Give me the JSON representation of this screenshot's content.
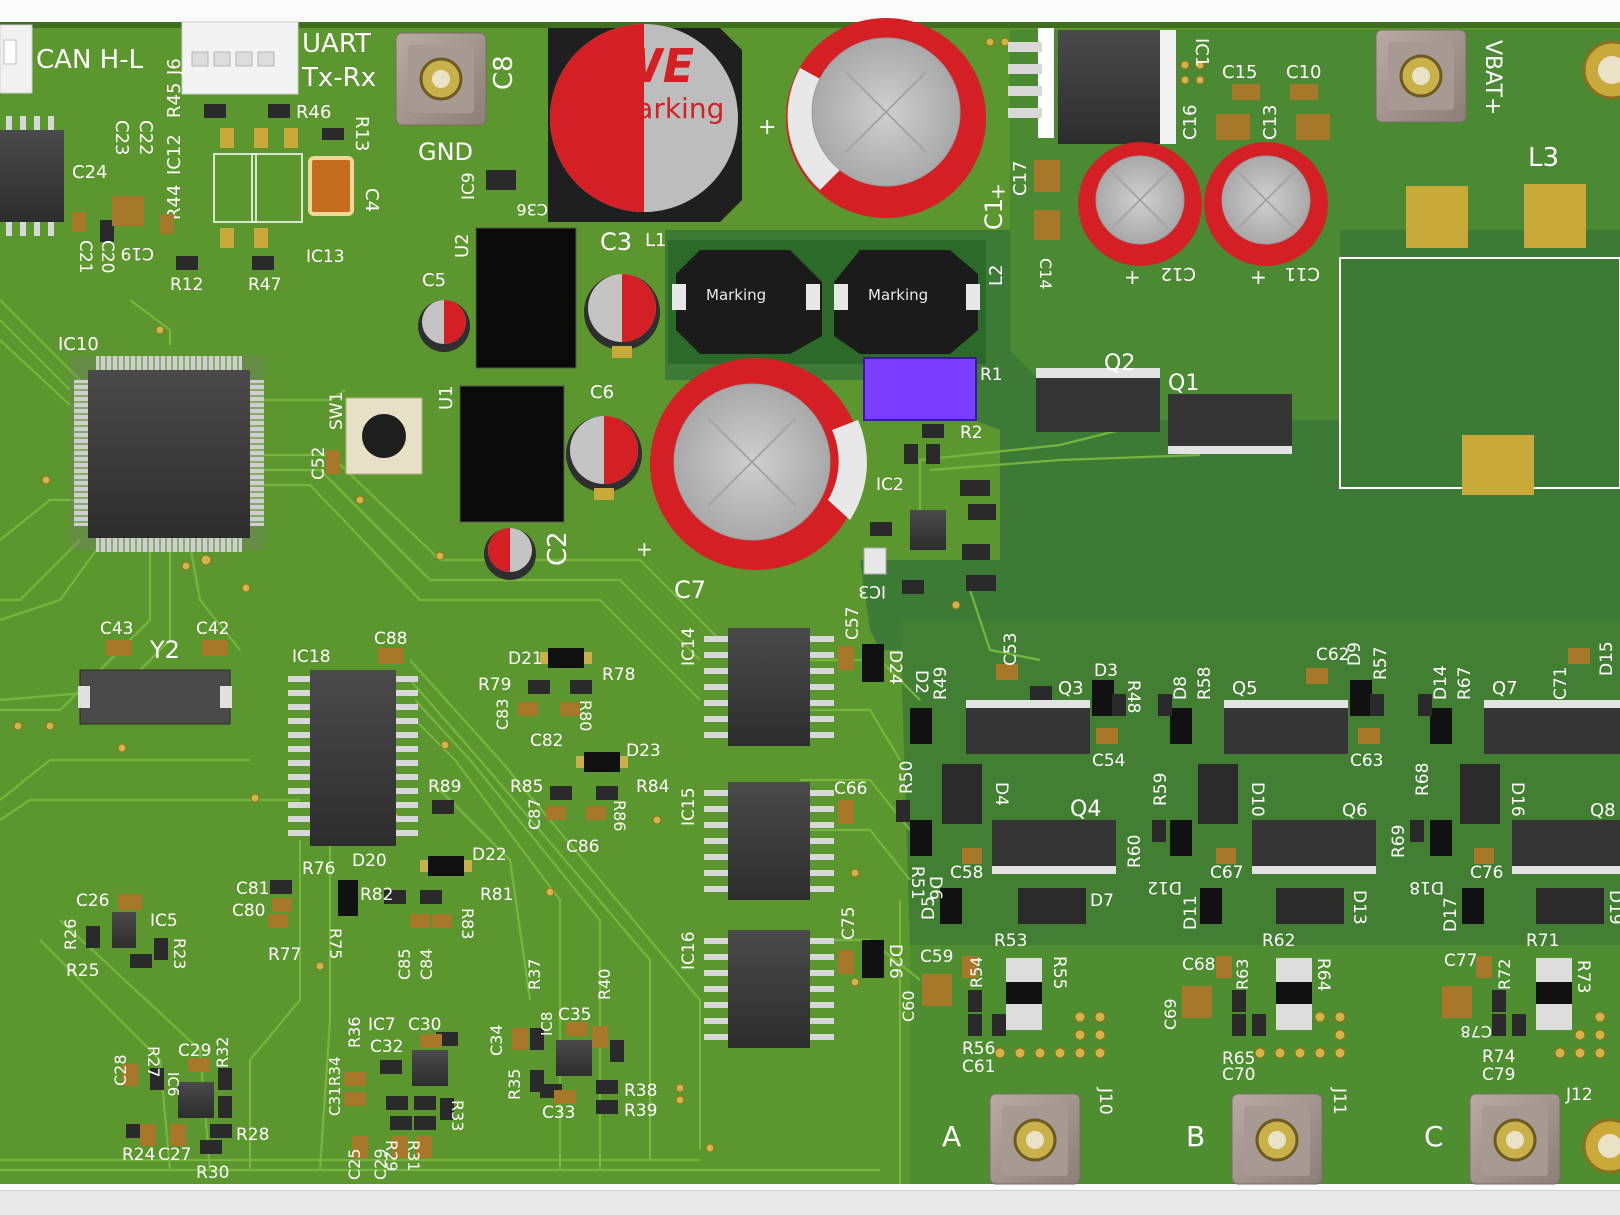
{
  "colors": {
    "board": "#5f9a2f",
    "board_dark": "#427a2a",
    "pour": "#3f7f32",
    "trace": "#72b13c",
    "silk": "#ffffff",
    "pad": "#c9a93a",
    "ic_body": "#3b3b3b",
    "cap_red": "#d42024",
    "cap_grey": "#bdbdbd",
    "resistor_violet": "#7b3dff",
    "smd_cap": "#a8782a"
  },
  "board": {
    "connectors": {
      "can": "CAN H-L",
      "uart": "UART",
      "uart_pins": "Tx-Rx",
      "gnd": "GND",
      "vbat": "VBAT+",
      "phase_a": "A",
      "phase_b": "B",
      "phase_c": "C"
    },
    "we_logo": "WE",
    "marking": "Marking",
    "plus": "+",
    "designators": {
      "J6": "J6",
      "R45": "R45",
      "R46": "R46",
      "R13": "R13",
      "C8": "C8",
      "C23": "C23",
      "C22": "C22",
      "IC12": "IC12",
      "C24": "C24",
      "R44": "R44",
      "C4": "C4",
      "IC9": "IC9",
      "C36": "C36",
      "L1": "L1",
      "IC1": "IC1",
      "C15": "C15",
      "C10": "C10",
      "C16": "C16",
      "C13": "C13",
      "L3": "L3",
      "C17": "C17",
      "C1": "C1",
      "C14": "C14",
      "C12": "C12",
      "C11": "C11",
      "C21": "C21",
      "C20": "C20",
      "C19": "C19",
      "R12": "R12",
      "R47": "R47",
      "IC13": "IC13",
      "U2": "U2",
      "C3": "C3",
      "C5": "C5",
      "L2": "L2",
      "IC10": "IC10",
      "Q2": "Q2",
      "Q1": "Q1",
      "R1": "R1",
      "R2": "R2",
      "U1": "U1",
      "C6": "C6",
      "SW1": "SW1",
      "C52": "C52",
      "IC2": "IC2",
      "C2": "C2",
      "C7": "C7",
      "IC3": "IC3",
      "C43": "C43",
      "Y2": "Y2",
      "C42": "C42",
      "IC18": "IC18",
      "C88": "C88",
      "D21": "D21",
      "R79": "R79",
      "R78": "R78",
      "C83": "C83",
      "R80": "R80",
      "C82": "C82",
      "IC14": "IC14",
      "C57": "C57",
      "D24": "D24",
      "C53": "C53",
      "D3": "D3",
      "C62": "C62",
      "D9": "D9",
      "R57": "R57",
      "D2": "D2",
      "R49": "R49",
      "Q3": "Q3",
      "R48": "R48",
      "D8": "D8",
      "R58": "R58",
      "Q5": "Q5",
      "D14": "D14",
      "R67": "R67",
      "Q7": "Q7",
      "C71": "C71",
      "D15": "D15",
      "C54": "C54",
      "C63": "C63",
      "D23": "D23",
      "R85": "R85",
      "R84": "R84",
      "C87": "C87",
      "R86": "R86",
      "C86": "C86",
      "R89": "R89",
      "IC15": "IC15",
      "C66": "C66",
      "R50": "R50",
      "D4": "D4",
      "Q4": "Q4",
      "R59": "R59",
      "D10": "D10",
      "Q6": "Q6",
      "R68": "R68",
      "D16": "D16",
      "Q8": "Q8",
      "C58": "C58",
      "R60": "R60",
      "C67": "C67",
      "D12": "D12",
      "R69": "R69",
      "C76": "C76",
      "D18": "D18",
      "R51": "R51",
      "D6": "D6",
      "D5": "D5",
      "D7": "D7",
      "D11": "D11",
      "D13": "D13",
      "D17": "D17",
      "D19": "D19",
      "C26": "C26",
      "IC5": "IC5",
      "R26": "R26",
      "R23": "R23",
      "R25": "R25",
      "R76": "R76",
      "D20": "D20",
      "D22": "D22",
      "C81": "C81",
      "C80": "C80",
      "R82": "R82",
      "R81": "R81",
      "R77": "R77",
      "R75": "R75",
      "C85": "C85",
      "C84": "C84",
      "R83": "R83",
      "IC16": "IC16",
      "C75": "C75",
      "D26": "D26",
      "C59": "C59",
      "R53": "R53",
      "R54": "R54",
      "R55": "R55",
      "C68": "C68",
      "R62": "R62",
      "R63": "R63",
      "R64": "R64",
      "C77": "C77",
      "R71": "R71",
      "R72": "R72",
      "R73": "R73",
      "C60": "C60",
      "C69": "C69",
      "C78": "C78",
      "R56": "R56",
      "C61": "C61",
      "R65": "R65",
      "C70": "C70",
      "R74": "R74",
      "C79": "C79",
      "R27": "R27",
      "C29": "C29",
      "C28": "C28",
      "IC6": "IC6",
      "R32": "R32",
      "R36": "R36",
      "IC7": "IC7",
      "C30": "C30",
      "C32": "C32",
      "R37": "R37",
      "C35": "C35",
      "C34": "C34",
      "IC8": "IC8",
      "R40": "R40",
      "C31": "C31",
      "R34": "R34",
      "R35": "R35",
      "R38": "R38",
      "R39": "R39",
      "C33": "C33",
      "R33": "R33",
      "R24": "R24",
      "C27": "C27",
      "R28": "R28",
      "R30": "R30",
      "C25": "C25",
      "C29b": "C29",
      "R29": "R29",
      "R31": "R31",
      "J10": "J10",
      "J11": "J11",
      "J12": "J12"
    }
  }
}
